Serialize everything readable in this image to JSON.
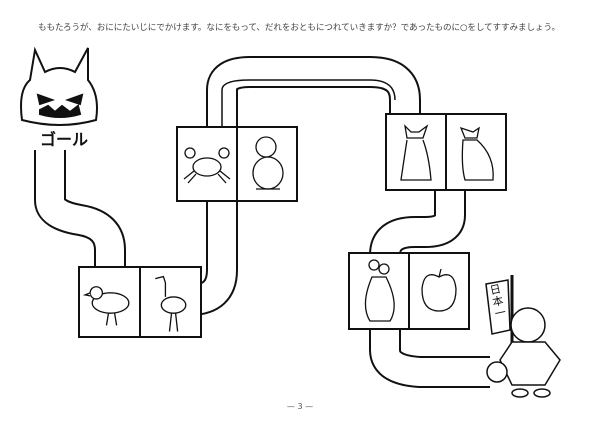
{
  "instruction": "ももたろうが、おににたいじにでかけます。なにをもって、だれをおともにつれていきますか？であったものに○をしてすすみましょう。",
  "goal_label": "ゴール",
  "page_number": "— 3 —",
  "pairs": [
    {
      "left": "bird-icon",
      "right": "crane-icon"
    },
    {
      "left": "crab-icon",
      "right": "monkey-icon"
    },
    {
      "left": "cat-icon",
      "right": "dog-icon"
    },
    {
      "left": "kibidango-bag-icon",
      "right": "apple-icon"
    }
  ],
  "flag_text": "日本一"
}
